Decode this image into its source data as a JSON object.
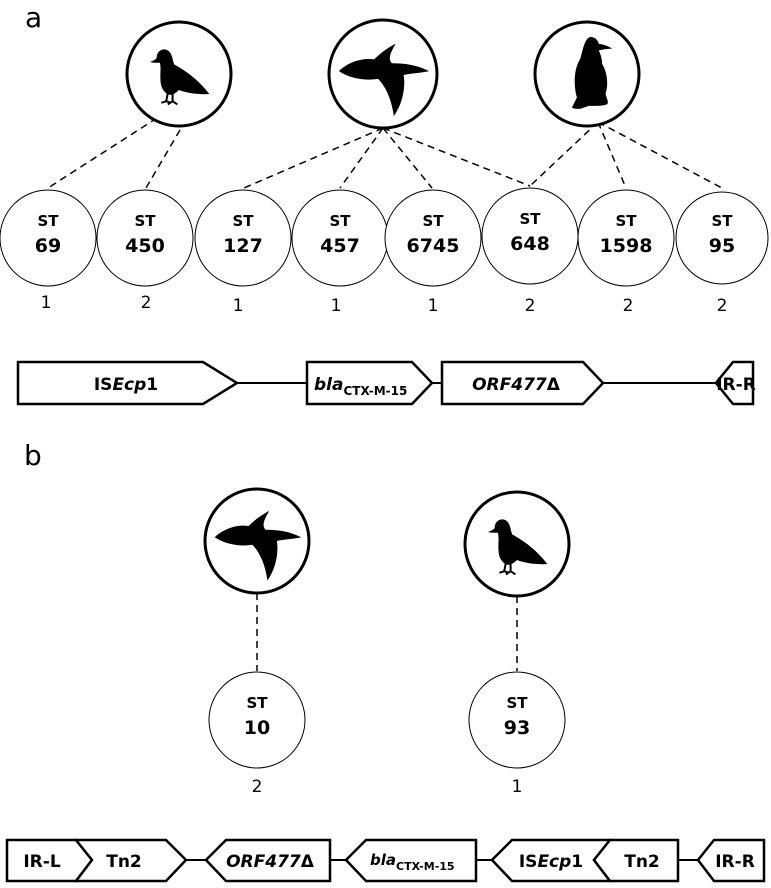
{
  "panel_a": {
    "label": "a",
    "hosts": [
      {
        "icon": "pigeon-icon"
      },
      {
        "icon": "seabird-icon"
      },
      {
        "icon": "penguin-icon"
      }
    ],
    "sequence_types": [
      {
        "prefix": "ST",
        "number": "69",
        "count": "1"
      },
      {
        "prefix": "ST",
        "number": "450",
        "count": "2"
      },
      {
        "prefix": "ST",
        "number": "127",
        "count": "1"
      },
      {
        "prefix": "ST",
        "number": "457",
        "count": "1"
      },
      {
        "prefix": "ST",
        "number": "6745",
        "count": "1"
      },
      {
        "prefix": "ST",
        "number": "648",
        "count": "2"
      },
      {
        "prefix": "ST",
        "number": "1598",
        "count": "2"
      },
      {
        "prefix": "ST",
        "number": "95",
        "count": "2"
      }
    ],
    "genes": {
      "isecp1": {
        "prefix": "IS",
        "italic": "Ecp",
        "suffix": "1"
      },
      "bla": {
        "italic": "bla",
        "sub": "CTX-M-15"
      },
      "orf": {
        "italic": "ORF477",
        "suffix": "Δ"
      },
      "irr": {
        "text": "IR-R"
      }
    }
  },
  "panel_b": {
    "label": "b",
    "hosts": [
      {
        "icon": "seabird-icon"
      },
      {
        "icon": "pigeon-icon"
      }
    ],
    "sequence_types": [
      {
        "prefix": "ST",
        "number": "10",
        "count": "2"
      },
      {
        "prefix": "ST",
        "number": "93",
        "count": "1"
      }
    ],
    "genes": {
      "irl": {
        "text": "IR-L"
      },
      "tn2a": {
        "text": "Tn2"
      },
      "orf": {
        "italic": "ORF477",
        "suffix": "Δ"
      },
      "bla": {
        "italic": "bla",
        "sub": "CTX-M-15"
      },
      "isecp1": {
        "prefix": "IS",
        "italic": "Ecp",
        "suffix": "1"
      },
      "tn2b": {
        "text": "Tn2"
      },
      "irr": {
        "text": "IR-R"
      }
    }
  }
}
